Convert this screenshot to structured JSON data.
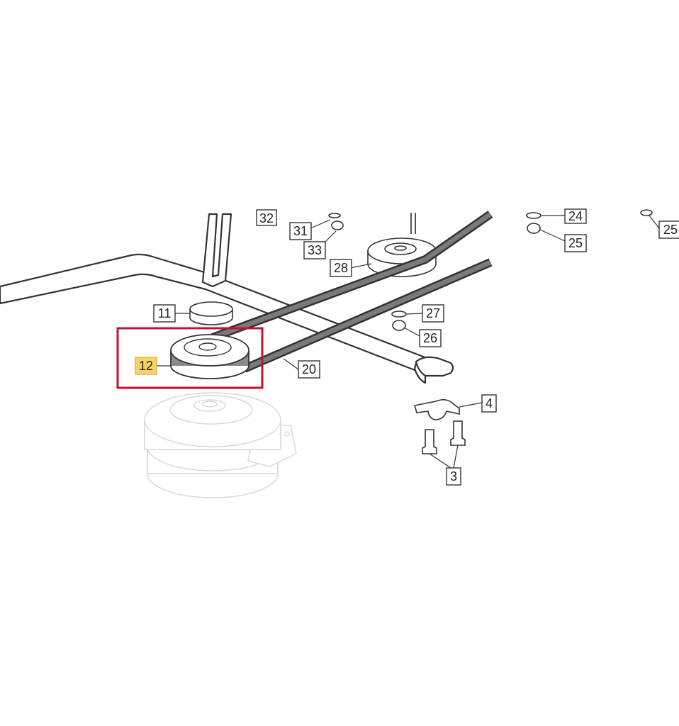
{
  "diagram": {
    "labels": [
      {
        "id": "lbl-32",
        "text": "32",
        "highlighted": false
      },
      {
        "id": "lbl-31",
        "text": "31",
        "highlighted": false
      },
      {
        "id": "lbl-33",
        "text": "33",
        "highlighted": false
      },
      {
        "id": "lbl-28",
        "text": "28",
        "highlighted": false
      },
      {
        "id": "lbl-24",
        "text": "24",
        "highlighted": false
      },
      {
        "id": "lbl-25a",
        "text": "25",
        "highlighted": false
      },
      {
        "id": "lbl-25b",
        "text": "25",
        "highlighted": false
      },
      {
        "id": "lbl-11",
        "text": "11",
        "highlighted": false
      },
      {
        "id": "lbl-27",
        "text": "27",
        "highlighted": false
      },
      {
        "id": "lbl-26",
        "text": "26",
        "highlighted": false
      },
      {
        "id": "lbl-12",
        "text": "12",
        "highlighted": true
      },
      {
        "id": "lbl-20",
        "text": "20",
        "highlighted": false
      },
      {
        "id": "lbl-4",
        "text": "4",
        "highlighted": false
      },
      {
        "id": "lbl-3",
        "text": "3",
        "highlighted": false
      }
    ],
    "highlight_color": "#c8102e",
    "label_highlight_color": "#f6d36a"
  }
}
